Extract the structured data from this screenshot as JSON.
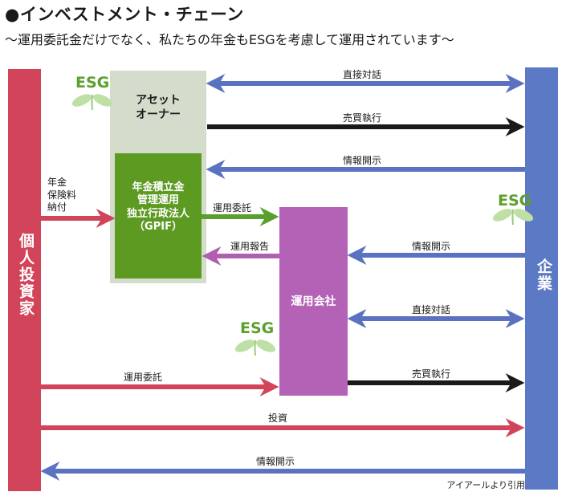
{
  "header": {
    "title": "●インベストメント・チェーン",
    "subtitle": "～運用委託金だけでなく、私たちの年金もESGを考慮して運用されています～"
  },
  "actors": {
    "investor": "個人投資家",
    "company": "企業",
    "asset_owner": "アセット\nオーナー",
    "gpif": "年金積立金\n管理運用\n独立行政法人\n（GPIF）",
    "asset_manager": "運用会社"
  },
  "esg_badge": "ESG",
  "pension_label": "年金\n保険料\n納付",
  "flows": {
    "owner_company_dialogue": "直接対話",
    "owner_company_trading": "売買執行",
    "company_owner_disclosure": "情報開示",
    "gpif_manager_entrust": "運用委託",
    "manager_gpif_report": "運用報告",
    "company_manager_disclosure": "情報開示",
    "manager_company_dialogue": "直接対話",
    "investor_manager_entrust": "運用委託",
    "manager_company_trading": "売買執行",
    "investor_company_invest": "投資",
    "company_investor_disclosure": "情報開示"
  },
  "credit": "アイアールより引用",
  "colors": {
    "investor": "#d2445a",
    "company": "#5b79c4",
    "asset_owner": "#d4dccb",
    "gpif": "#5c9a22",
    "asset_manager": "#b462b6",
    "blue_arrow": "#5a72c0",
    "black_arrow": "#1a1a1a",
    "red_arrow": "#d2445a",
    "green_arrow": "#58a02c",
    "purple_arrow": "#b05fb0",
    "esg_text": "#5aa02a"
  }
}
